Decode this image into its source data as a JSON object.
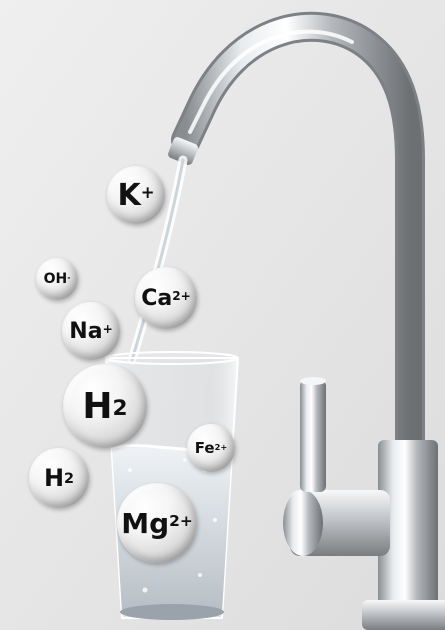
{
  "ions": {
    "k": {
      "base": "K",
      "sup": "+",
      "sub": ""
    },
    "oh": {
      "base": "OH",
      "sup": "-",
      "sub": ""
    },
    "ca": {
      "base": "Ca",
      "sup": "2+",
      "sub": ""
    },
    "na": {
      "base": "Na",
      "sup": "+",
      "sub": ""
    },
    "h2a": {
      "base": "H",
      "sup": "",
      "sub": "2"
    },
    "fe": {
      "base": "Fe",
      "sup": "2+",
      "sub": ""
    },
    "h2b": {
      "base": "H",
      "sup": "",
      "sub": "2"
    },
    "mg": {
      "base": "Mg",
      "sup": "2+",
      "sub": ""
    }
  }
}
